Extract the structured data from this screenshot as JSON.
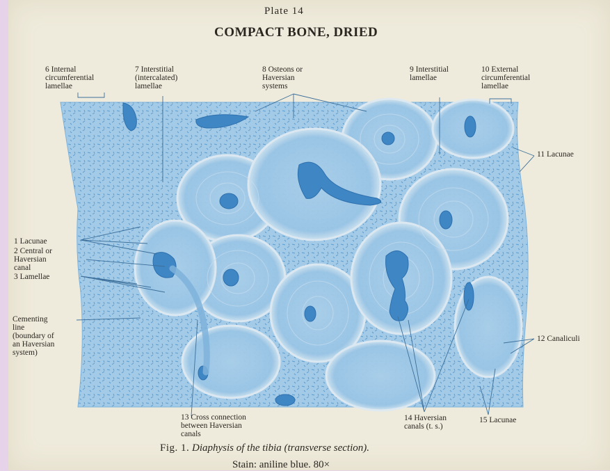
{
  "plate": {
    "number_label": "Plate 14",
    "title": "COMPACT BONE, DRIED"
  },
  "labels": {
    "internal_lamellae": "6 Internal\ncircumferential\nlamellae",
    "interstitial_intercalated": "7 Interstitial\n(intercalated)\nlamellae",
    "osteons": "8 Osteons or\nHaversian\nsystems",
    "interstitial": "9 Interstitial\nlamellae",
    "external_lamellae": "10 External\ncircumferential\nlamellae",
    "lacunae_11": "11 Lacunae",
    "lacunae_1": "1 Lacunae",
    "central_canal": "2 Central or\nHaversian\ncanal",
    "lamellae_3": "3 Lamellae",
    "cementing_line": "Cementing\nline\n(boundary of\nan Haversian\nsystem)",
    "canaliculi": "12 Canaliculi",
    "cross_connection": "13 Cross connection\nbetween Haversian\ncanals",
    "haversian_canals": "14 Haversian\ncanals (t. s.)",
    "lacunae_15": "15 Lacunae"
  },
  "caption": {
    "figure": "Fig. 1.",
    "description": "Diaphysis of the tibia (transverse section).",
    "stain": "Stain: aniline blue. 80×"
  },
  "colors": {
    "page": "#efebdc",
    "tissue": "#9cc6e6",
    "tissue_dark": "#5d9fd2",
    "canal": "#3f86c4",
    "text": "#2b2620"
  }
}
